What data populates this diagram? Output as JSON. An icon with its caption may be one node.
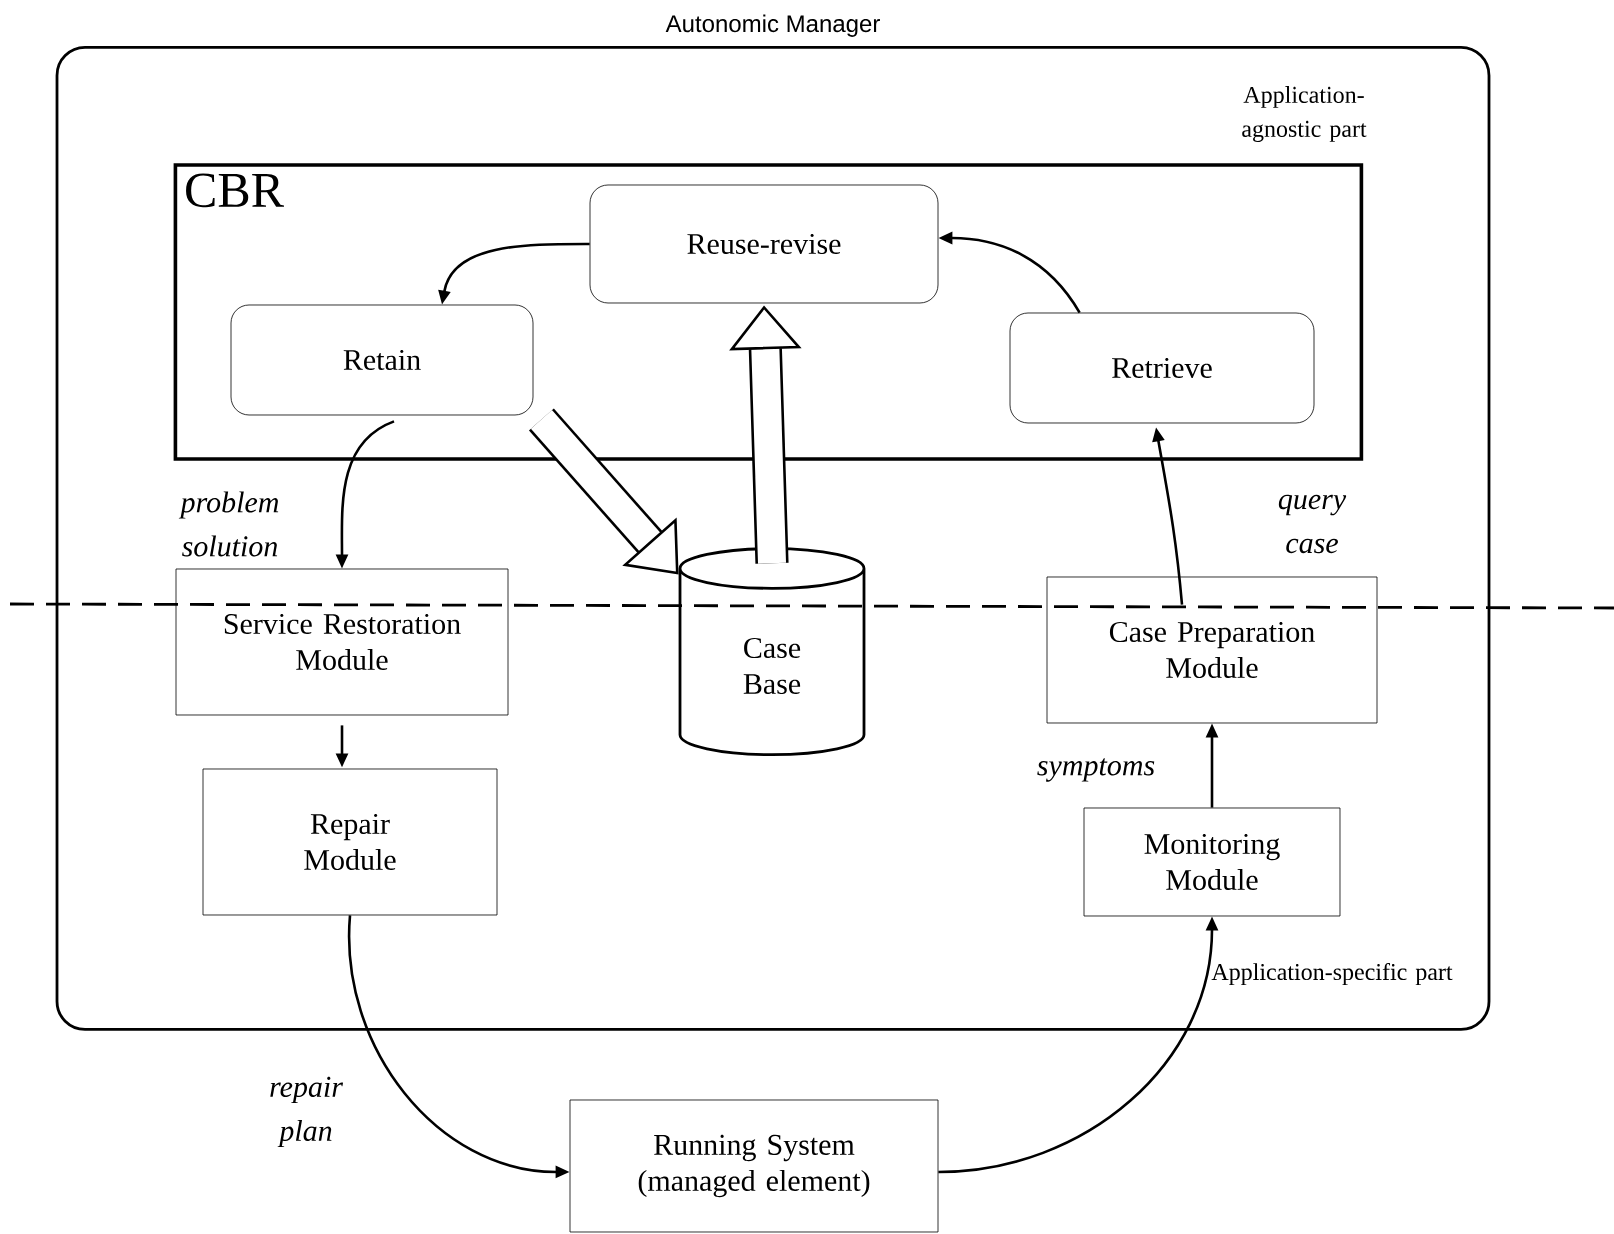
{
  "diagram": {
    "nodes": [
      {
        "text": [
          "Autonomic Manager"
        ]
      },
      {
        "text": [
          "CBR"
        ],
        "in": 0
      },
      {
        "text": [
          "Reuse-revise"
        ],
        "in": 1
      },
      {
        "text": [
          "Retain"
        ],
        "in": 1
      },
      {
        "text": [
          "Retrieve"
        ],
        "in": 1
      },
      {
        "text": [
          "Case Base"
        ],
        "in": 0
      },
      {
        "text": [
          "Service Restoration Module"
        ],
        "in": 0
      },
      {
        "text": [
          "Repair Module"
        ],
        "in": 0
      },
      {
        "text": [
          "Case Preparation Module"
        ],
        "in": 0
      },
      {
        "text": [
          "Monitoring Module"
        ],
        "in": 0
      },
      {
        "text": [
          "Running System (managed element)"
        ]
      }
    ],
    "edges": [
      {
        "from": 2,
        "to": 3,
        "arrow": "to"
      },
      {
        "from": 4,
        "to": 2,
        "arrow": "to"
      },
      {
        "from": 3,
        "to": 6,
        "arrow": "to",
        "label": "problem solution"
      },
      {
        "from": 6,
        "to": 7,
        "arrow": "to"
      },
      {
        "from": 7,
        "to": 10,
        "arrow": "to",
        "label": "repair plan"
      },
      {
        "from": 10,
        "to": 9,
        "arrow": "to"
      },
      {
        "from": 9,
        "to": 8,
        "arrow": "to",
        "label": "symptoms"
      },
      {
        "from": 8,
        "to": 4,
        "arrow": "to",
        "label": "query case"
      },
      {
        "from": 3,
        "to": 5,
        "arrow": "to",
        "style": "thick"
      },
      {
        "from": 5,
        "to": 2,
        "arrow": "to",
        "style": "thick"
      }
    ],
    "labels": [
      "Application-agnostic part",
      "Application-specific part"
    ]
  }
}
